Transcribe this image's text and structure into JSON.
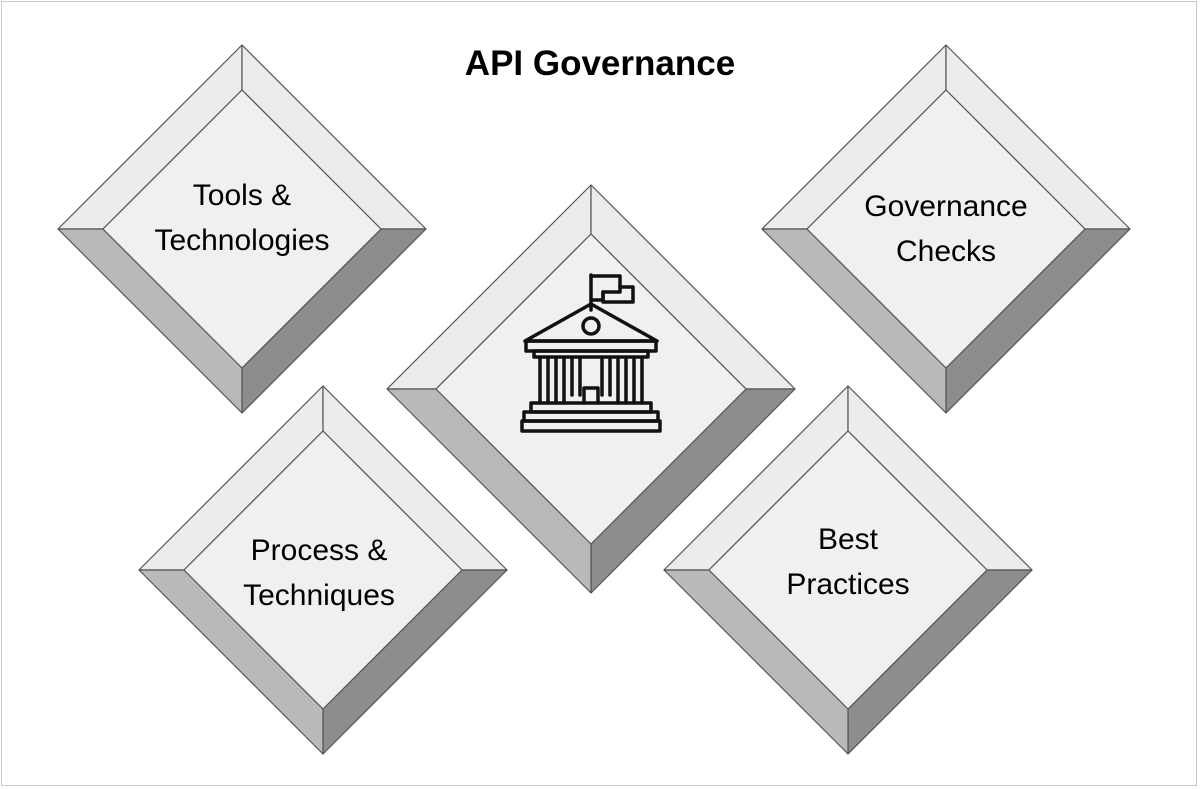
{
  "title": "API Governance",
  "center_icon": "government-building-icon",
  "tiles": [
    {
      "id": "tools",
      "lines": [
        "Tools &",
        "Technologies"
      ]
    },
    {
      "id": "governance",
      "lines": [
        "Governance",
        "Checks"
      ]
    },
    {
      "id": "process",
      "lines": [
        "Process &",
        "Techniques"
      ]
    },
    {
      "id": "practices",
      "lines": [
        "Best",
        "Practices"
      ]
    }
  ],
  "colors": {
    "face": "#f0f0f0",
    "bevel_light": "#ececec",
    "bevel_dark": "#8d8d8d",
    "bevel_mid": "#b9b9b9",
    "outline": "#555555"
  }
}
